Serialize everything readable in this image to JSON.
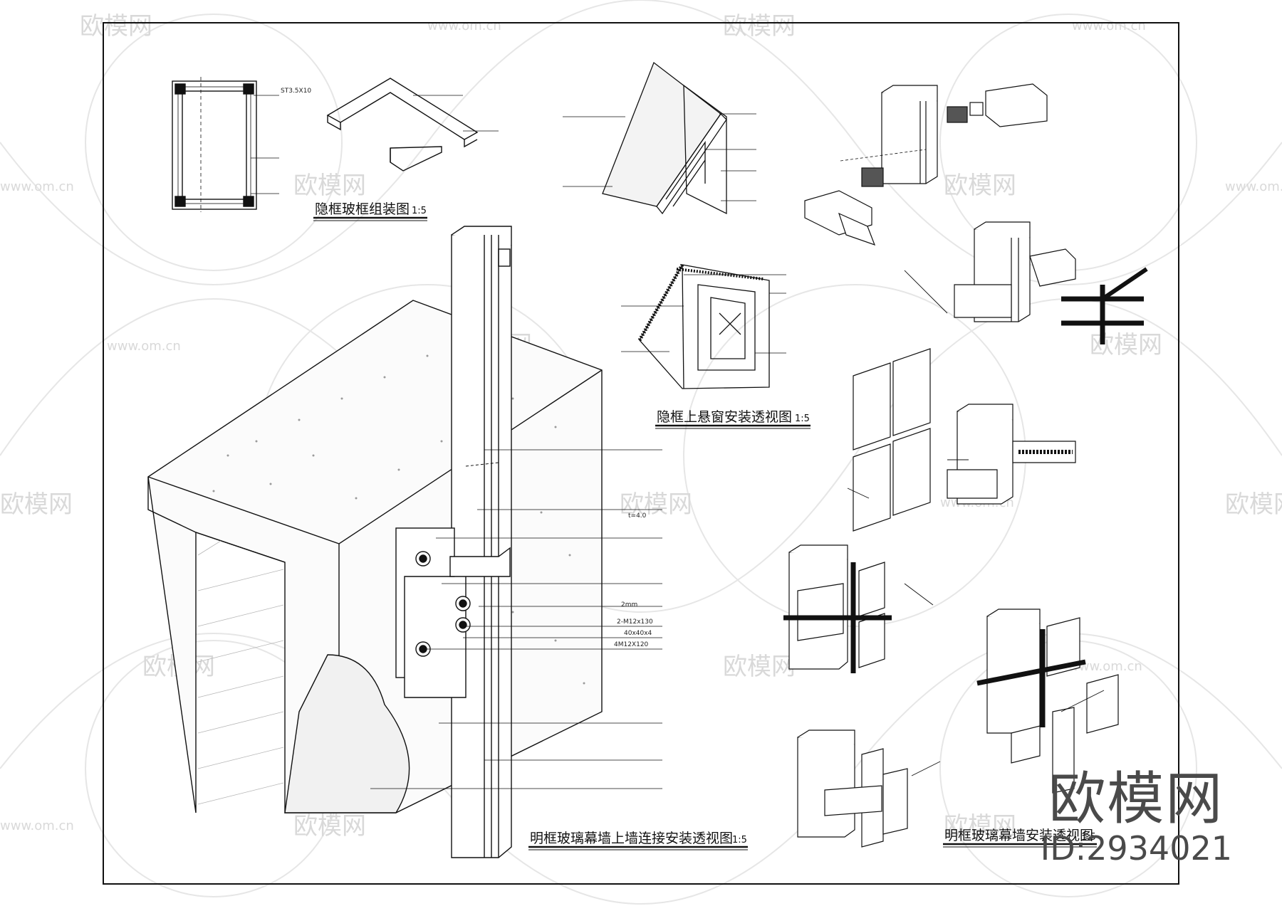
{
  "drawing": {
    "captions": {
      "frame_assembly": "隐框玻框组装图",
      "frame_assembly_scale": "1:5",
      "top_hung_window": "隐框上悬窗安装透视图",
      "top_hung_window_scale": "1:5",
      "wall_connection": "明框玻璃幕墙上墙连接安装透视图",
      "wall_connection_scale": "1:5",
      "exposed_frame_install": "明框玻璃幕墙安装透视图",
      "exposed_frame_install_scale": "1:5"
    },
    "frame_labels": {
      "screw": "ST3.5X10"
    },
    "connection_labels": {
      "plate_thickness": "t=4.0",
      "spacer": "2mm",
      "bolt_2": "2-M12x130",
      "angle": "40x40x4",
      "bolt_4": "4M12X120"
    }
  },
  "watermark": {
    "brand": "欧模网",
    "url": "www.om.cn",
    "id": "ID:2934021"
  }
}
